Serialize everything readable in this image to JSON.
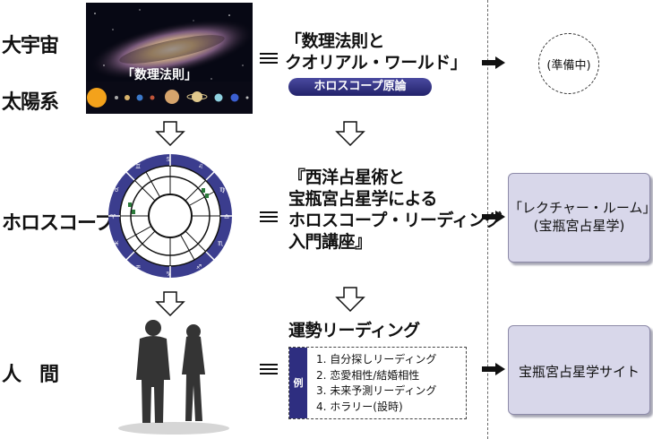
{
  "left_labels": [
    "大宇宙",
    "太陽系",
    "ホロスコープ",
    "人　間"
  ],
  "galaxy_caption": "「数理法則」",
  "center": {
    "item1": [
      "「数理法則と",
      "クオリアル・ワールド」"
    ],
    "item1_tag": "ホロスコープ原論",
    "item2": [
      "『西洋占星術と",
      "宝瓶宮占星学による",
      "ホロスコープ・リーディング",
      "入門講座』"
    ],
    "item3_title": "運勢リーディング",
    "example_tag": "例",
    "examples": [
      "1. 自分探しリーディング",
      "2. 恋愛相性/結婚相性",
      "3. 未来予測リーディング",
      "4. ホラリー(設時)"
    ]
  },
  "right": {
    "preparing": "(準備中)",
    "box1": [
      "「レクチャー・ルーム」",
      "(宝瓶宮占星学)"
    ],
    "box2": "宝瓶宮占星学サイト"
  },
  "colors": {
    "box_fill": "#d8d7ea",
    "tag_fill": "#2e2e80",
    "wheel_ring": "#3a3a8c"
  }
}
